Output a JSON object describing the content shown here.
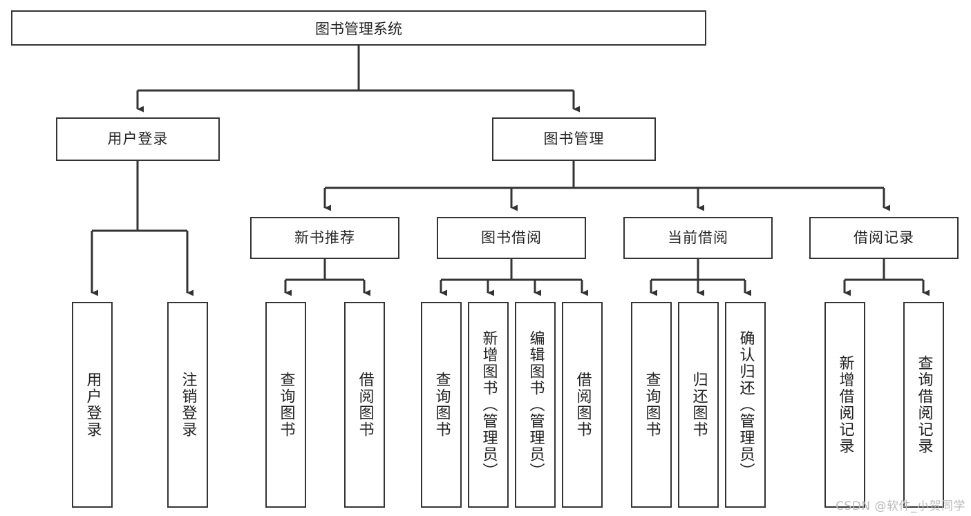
{
  "diagram": {
    "title": "图书管理系统",
    "type": "tree-hierarchy-diagram",
    "root": {
      "label": "图书管理系统"
    },
    "level2": [
      {
        "label": "用户登录"
      },
      {
        "label": "图书管理"
      }
    ],
    "level3": [
      {
        "label": "新书推荐"
      },
      {
        "label": "图书借阅"
      },
      {
        "label": "当前借阅"
      },
      {
        "label": "借阅记录"
      }
    ],
    "leaves": {
      "user_login": [
        {
          "label": "用户登录"
        },
        {
          "label": "注销登录"
        }
      ],
      "new_book_recommend": [
        {
          "label": "查询图书"
        },
        {
          "label": "借阅图书"
        }
      ],
      "book_borrow": [
        {
          "label": "查询图书"
        },
        {
          "label": "新增图书（管理员）"
        },
        {
          "label": "编辑图书（管理员）"
        },
        {
          "label": "借阅图书"
        }
      ],
      "current_borrow": [
        {
          "label": "查询图书"
        },
        {
          "label": "归还图书"
        },
        {
          "label": "确认归还（管理员）"
        }
      ],
      "borrow_record": [
        {
          "label": "新增借阅记录"
        },
        {
          "label": "查询借阅记录"
        }
      ]
    }
  },
  "watermark": {
    "text": "CSDN @软件_小贺同学"
  },
  "colors": {
    "stroke": "#333333",
    "fill": "#ffffff",
    "text": "#222222",
    "watermark": "#b9b9b9"
  }
}
